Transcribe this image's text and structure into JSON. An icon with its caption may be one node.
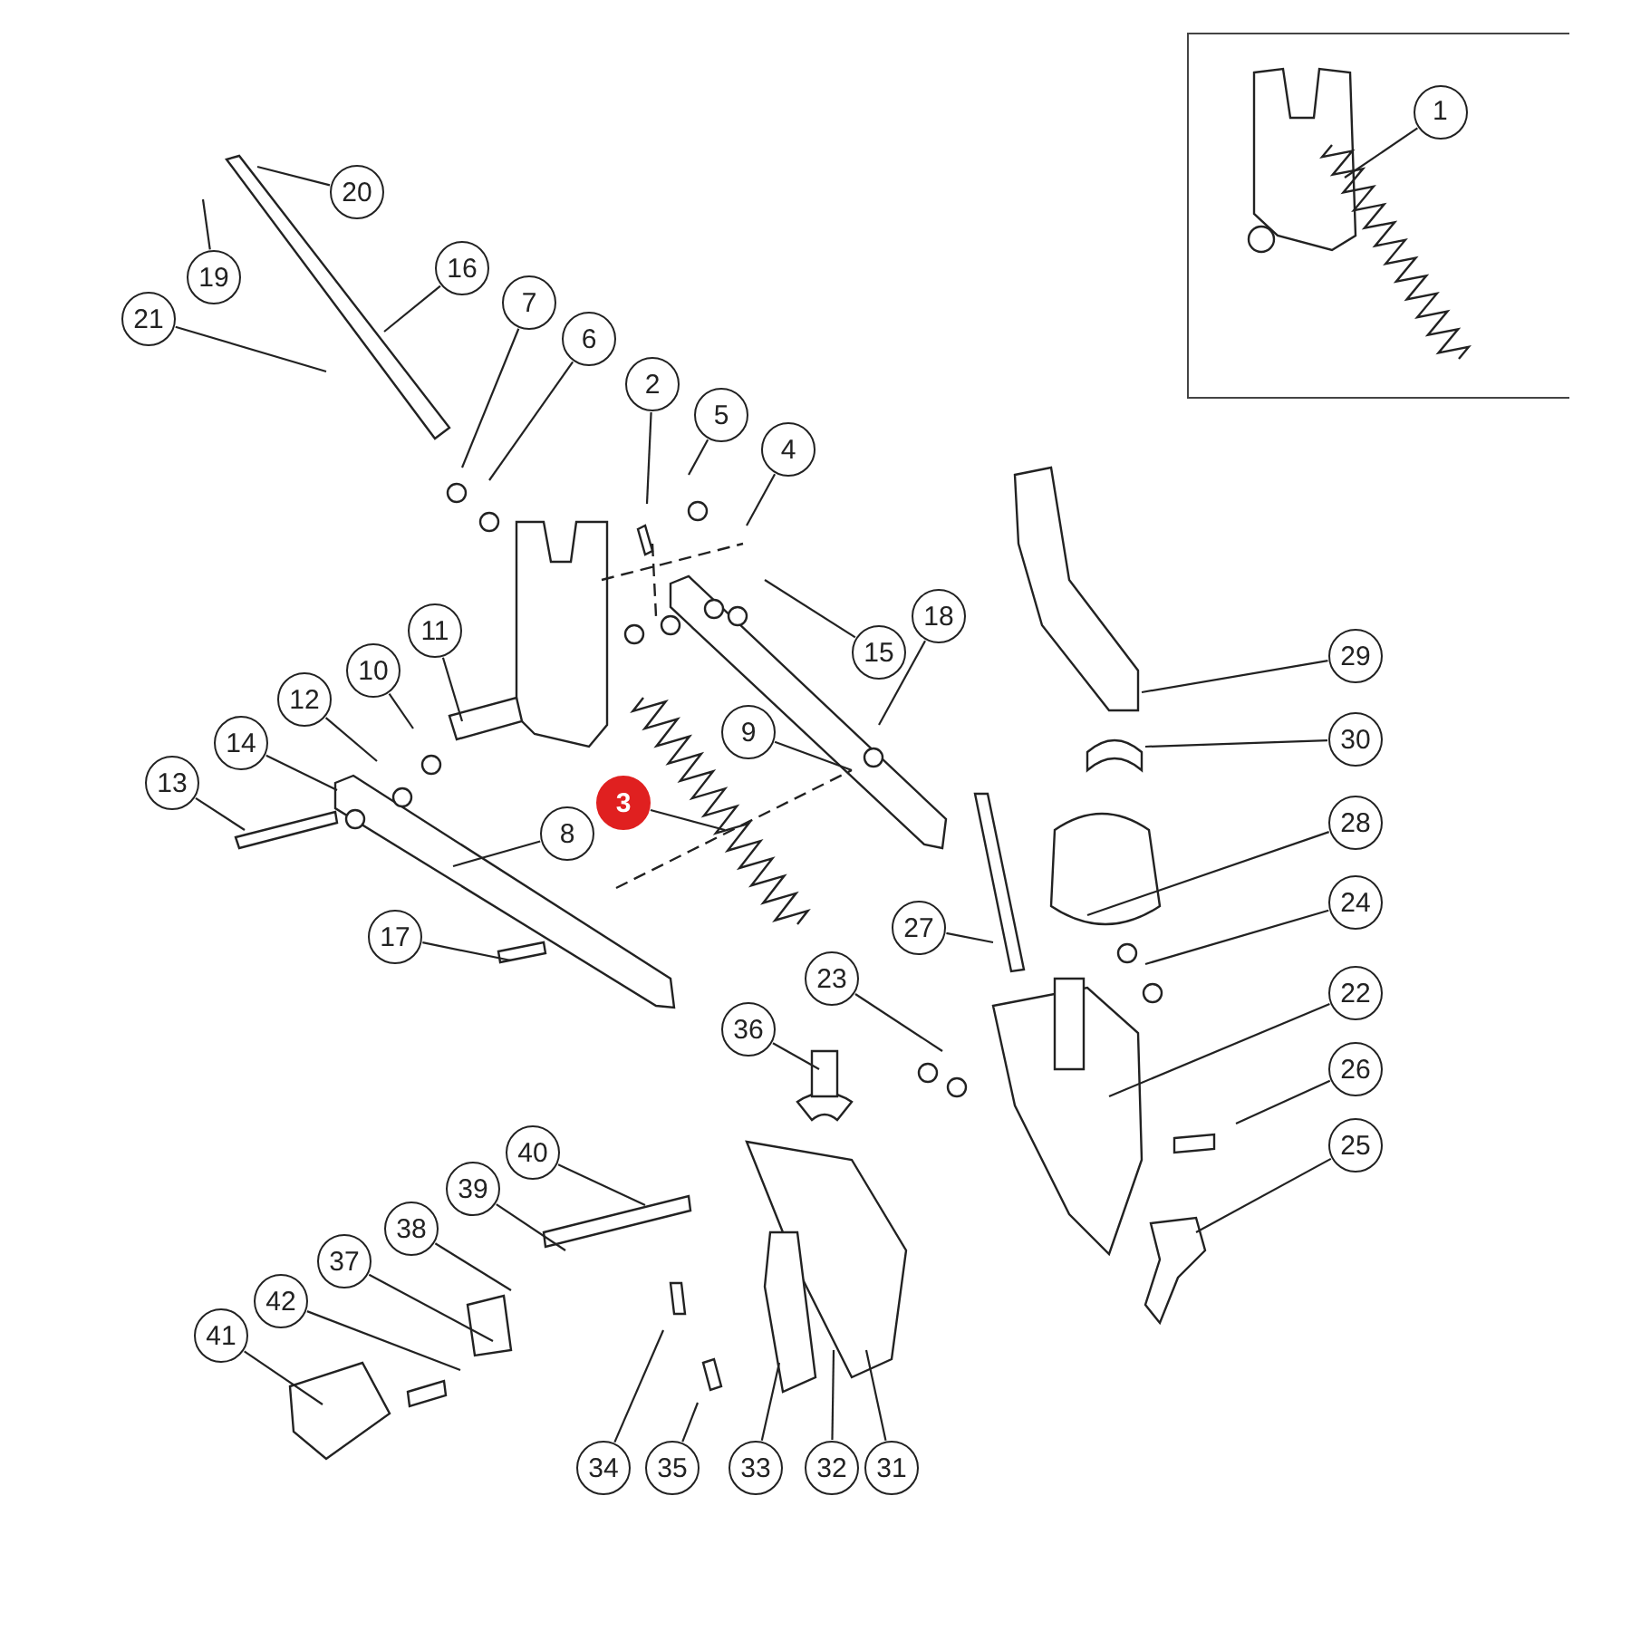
{
  "diagram": {
    "nodes": [
      {
        "text": [],
        "shape": "box"
      },
      {
        "text": [
          "1"
        ],
        "in": 0
      },
      {
        "text": [
          "20"
        ]
      },
      {
        "text": [
          "19"
        ]
      },
      {
        "text": [
          "16"
        ]
      },
      {
        "text": [
          "21"
        ]
      },
      {
        "text": [
          "7"
        ]
      },
      {
        "text": [
          "6"
        ]
      },
      {
        "text": [
          "2"
        ]
      },
      {
        "text": [
          "5"
        ]
      },
      {
        "text": [
          "4"
        ]
      },
      {
        "text": [
          "15"
        ]
      },
      {
        "text": [
          "18"
        ]
      },
      {
        "text": [
          "29"
        ]
      },
      {
        "text": [
          "11"
        ]
      },
      {
        "text": [
          "10"
        ]
      },
      {
        "text": [
          "12"
        ]
      },
      {
        "text": [
          "14"
        ]
      },
      {
        "text": [
          "13"
        ]
      },
      {
        "text": [
          "9"
        ]
      },
      {
        "text": [
          "3"
        ]
      },
      {
        "text": [
          "8"
        ]
      },
      {
        "text": [
          "28"
        ]
      },
      {
        "text": [
          "30"
        ]
      },
      {
        "text": [
          "24"
        ]
      },
      {
        "text": [
          "27"
        ]
      },
      {
        "text": [
          "17"
        ]
      },
      {
        "text": [
          "23"
        ]
      },
      {
        "text": [
          "22"
        ]
      },
      {
        "text": [
          "36"
        ]
      },
      {
        "text": [
          "26"
        ]
      },
      {
        "text": [
          "25"
        ]
      },
      {
        "text": [
          "40"
        ]
      },
      {
        "text": [
          "39"
        ]
      },
      {
        "text": [
          "38"
        ]
      },
      {
        "text": [
          "37"
        ]
      },
      {
        "text": [
          "42"
        ]
      },
      {
        "text": [
          "41"
        ]
      },
      {
        "text": [
          "34"
        ]
      },
      {
        "text": [
          "35"
        ]
      },
      {
        "text": [
          "33"
        ]
      },
      {
        "text": [
          "32"
        ]
      },
      {
        "text": [
          "31"
        ]
      }
    ],
    "edges": [
      {
        "from": 1,
        "to": null,
        "arrow": "none"
      },
      {
        "from": 2,
        "to": null,
        "arrow": "none"
      },
      {
        "from": 3,
        "to": null,
        "arrow": "none"
      },
      {
        "from": 4,
        "to": null,
        "arrow": "none"
      },
      {
        "from": 5,
        "to": null,
        "arrow": "none"
      },
      {
        "from": 6,
        "to": null,
        "arrow": "none"
      },
      {
        "from": 7,
        "to": null,
        "arrow": "none"
      },
      {
        "from": 8,
        "to": null,
        "arrow": "none"
      },
      {
        "from": 9,
        "to": null,
        "arrow": "none"
      },
      {
        "from": 10,
        "to": null,
        "arrow": "none"
      },
      {
        "from": 11,
        "to": null,
        "arrow": "none"
      },
      {
        "from": 12,
        "to": null,
        "arrow": "none"
      },
      {
        "from": 13,
        "to": null,
        "arrow": "none"
      },
      {
        "from": 14,
        "to": null,
        "arrow": "none"
      },
      {
        "from": 15,
        "to": null,
        "arrow": "none"
      },
      {
        "from": 16,
        "to": null,
        "arrow": "none"
      },
      {
        "from": 17,
        "to": null,
        "arrow": "none"
      },
      {
        "from": 18,
        "to": null,
        "arrow": "none"
      },
      {
        "from": 19,
        "to": null,
        "arrow": "none"
      },
      {
        "from": 20,
        "to": null,
        "arrow": "none"
      },
      {
        "from": 21,
        "to": null,
        "arrow": "none"
      },
      {
        "from": 22,
        "to": null,
        "arrow": "none"
      },
      {
        "from": 23,
        "to": null,
        "arrow": "none"
      },
      {
        "from": 24,
        "to": null,
        "arrow": "none"
      },
      {
        "from": 25,
        "to": null,
        "arrow": "none"
      },
      {
        "from": 26,
        "to": null,
        "arrow": "none"
      },
      {
        "from": 27,
        "to": null,
        "arrow": "none"
      },
      {
        "from": 28,
        "to": null,
        "arrow": "none"
      },
      {
        "from": 29,
        "to": null,
        "arrow": "none"
      },
      {
        "from": 30,
        "to": null,
        "arrow": "none"
      },
      {
        "from": 31,
        "to": null,
        "arrow": "none"
      },
      {
        "from": 32,
        "to": null,
        "arrow": "none"
      },
      {
        "from": 33,
        "to": null,
        "arrow": "none"
      },
      {
        "from": 34,
        "to": null,
        "arrow": "none"
      },
      {
        "from": 35,
        "to": null,
        "arrow": "none"
      },
      {
        "from": 36,
        "to": null,
        "arrow": "none"
      },
      {
        "from": 37,
        "to": null,
        "arrow": "none"
      },
      {
        "from": 38,
        "to": null,
        "arrow": "none"
      },
      {
        "from": 39,
        "to": null,
        "arrow": "none"
      },
      {
        "from": 40,
        "to": null,
        "arrow": "none"
      },
      {
        "from": 41,
        "to": null,
        "arrow": "none"
      },
      {
        "from": 42,
        "to": null,
        "arrow": "none"
      }
    ]
  }
}
